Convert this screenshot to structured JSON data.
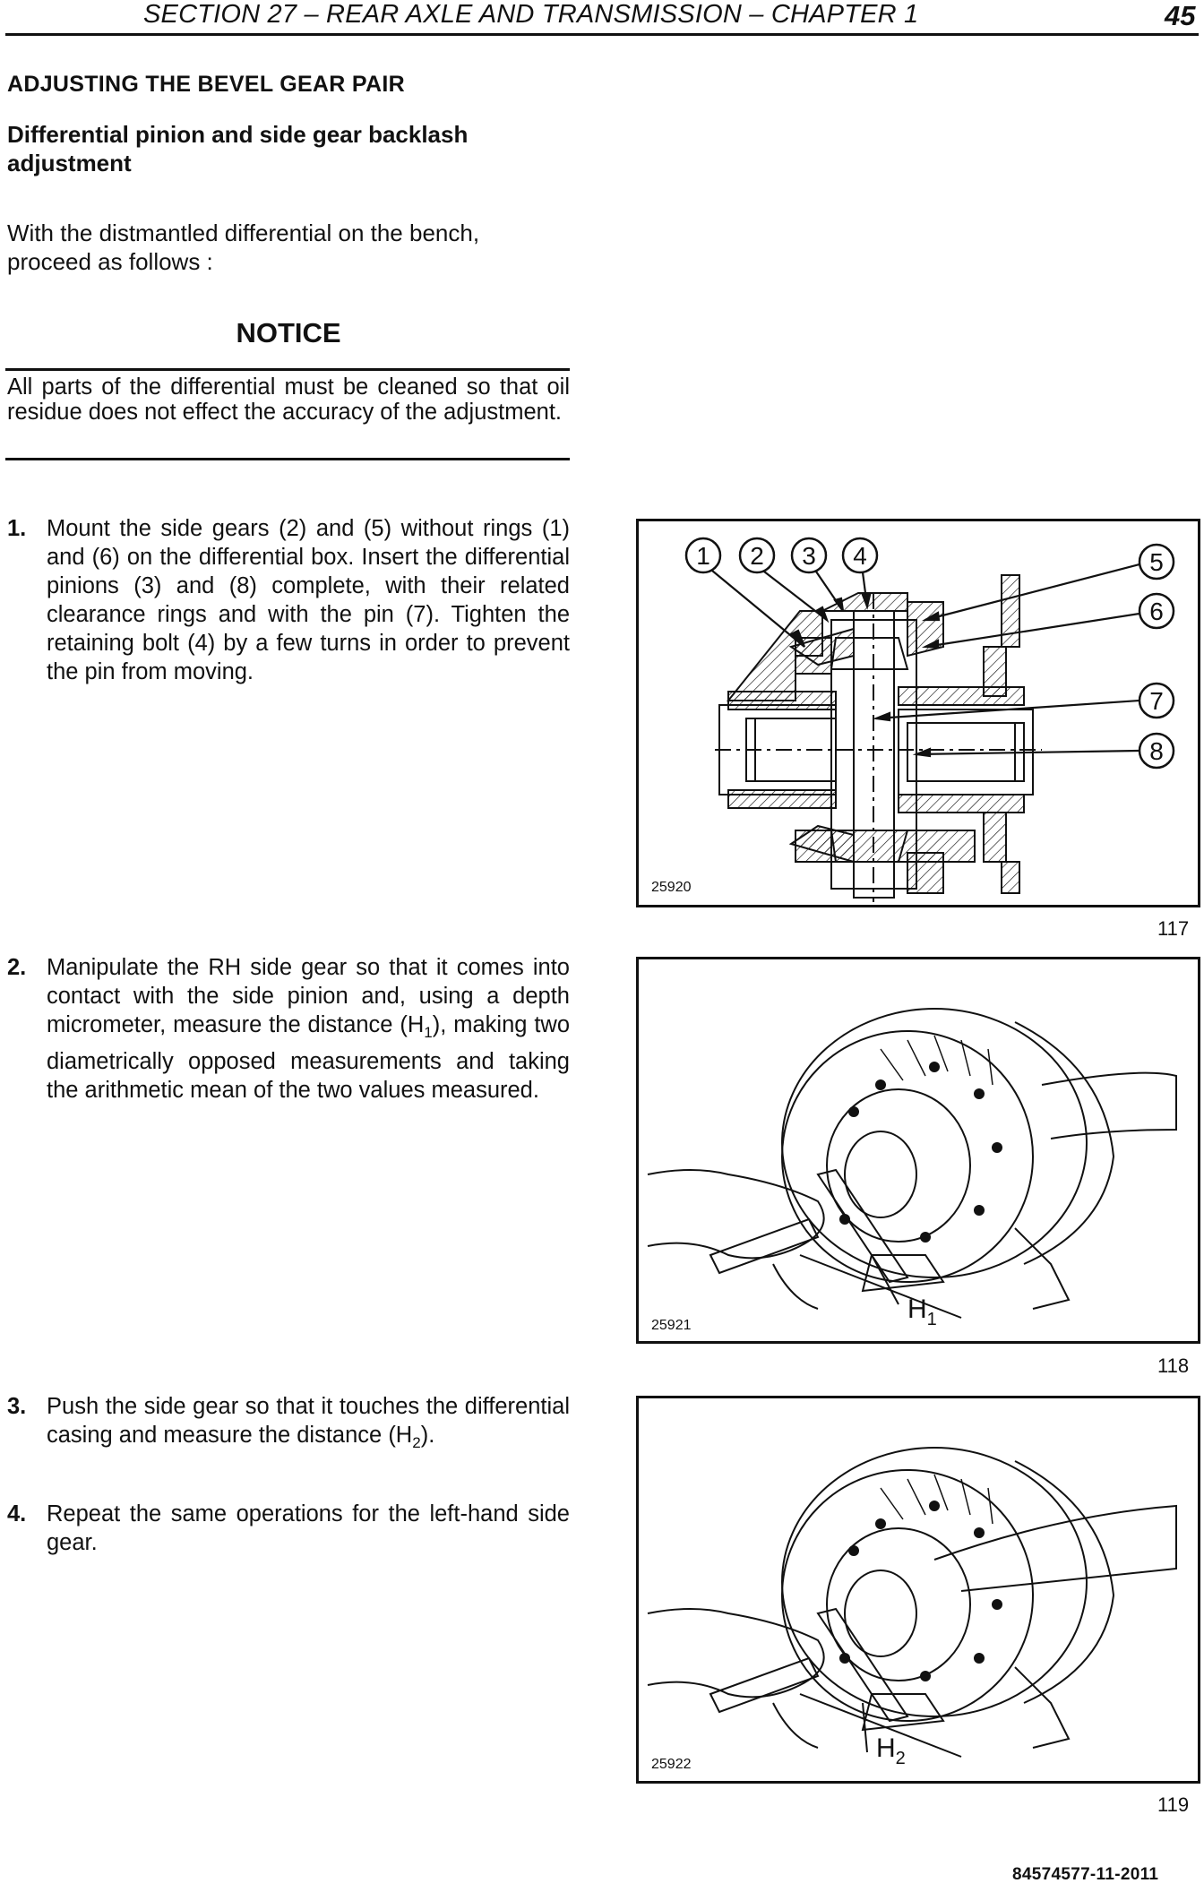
{
  "header": {
    "title": "SECTION 27 – REAR AXLE AND TRANSMISSION  – CHAPTER 1",
    "page": "45"
  },
  "section_heading": "ADJUSTING THE BEVEL GEAR PAIR",
  "sub_heading": "Differential pinion and side gear backlash adjustment",
  "intro": "With the distmantled differential on the bench, proceed as follows :",
  "notice": {
    "title": "NOTICE",
    "text": "All parts of the differential must be cleaned so that oil residue does not effect the accuracy of the adjustment."
  },
  "steps": [
    {
      "num": "1.",
      "text": "Mount the side gears (2) and (5) without rings (1) and (6) on the differential box. Insert the differential pinions (3) and (8) complete, with their related clearance rings and with the pin (7). Tighten the retaining bolt (4) by a few turns in order to prevent the pin from moving."
    },
    {
      "num": "2.",
      "pre": "Manipulate the RH side gear so that it comes into contact with the side pinion and, using a depth micrometer, measure the distance (H",
      "sub": "1",
      "post": "), making two diametrically opposed measurements and taking the arithmetic mean of the two values measured."
    },
    {
      "num": "3.",
      "pre": "Push the side gear so that it touches the differential casing and measure the distance (H",
      "sub": "2",
      "post": ")."
    },
    {
      "num": "4.",
      "text": "Repeat the same operations for the left-hand side gear."
    }
  ],
  "figures": [
    {
      "code": "25920",
      "number": "117",
      "callouts": [
        "1",
        "2",
        "3",
        "4",
        "5",
        "6",
        "7",
        "8"
      ]
    },
    {
      "code": "25921",
      "number": "118",
      "label_main": "H",
      "label_sub": "1"
    },
    {
      "code": "25922",
      "number": "119",
      "label_main": "H",
      "label_sub": "2"
    }
  ],
  "footer": {
    "code": "84574577-11-2011"
  }
}
